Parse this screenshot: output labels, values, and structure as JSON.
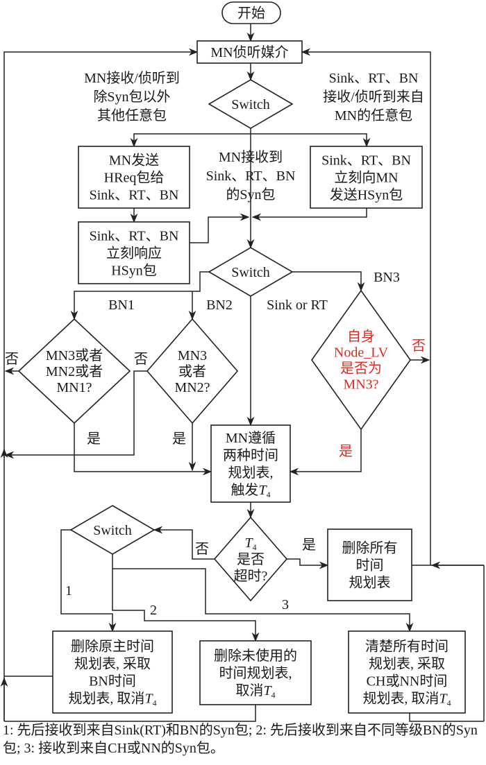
{
  "diagram": {
    "colors": {
      "line": "#222222",
      "text": "#1a1a1a",
      "highlight": "#e02a20"
    },
    "nodes": {
      "start": {
        "lines": [
          "开始"
        ]
      },
      "listen": {
        "lines": [
          "MN侦听媒介"
        ]
      },
      "switch1": {
        "lines": [
          "Switch"
        ]
      },
      "send_hreq": {
        "lines": [
          "MN发送",
          "HReq包给",
          "Sink、RT、BN"
        ]
      },
      "respond_hsyn": {
        "lines": [
          "Sink、RT、BN",
          "立刻响应",
          "HSyn包"
        ]
      },
      "send_hsyn": {
        "lines": [
          "Sink、RT、BN",
          "立刻向MN",
          "发送HSyn包"
        ]
      },
      "switch2": {
        "lines": [
          "Switch"
        ]
      },
      "check_bn1": {
        "lines": [
          "MN3或者",
          "MN2或者",
          "MN1?"
        ]
      },
      "check_bn2": {
        "lines": [
          "MN3",
          "或者",
          "MN2?"
        ]
      },
      "check_bn3": {
        "lines": [
          "自身",
          "Node_LV",
          "是否为",
          "MN3?"
        ]
      },
      "follow_schedules": {
        "lines": [
          "MN遵循",
          "两种时间",
          "规划表,",
          "触发T4"
        ]
      },
      "t4_timeout": {
        "lines": [
          "T4",
          "是否",
          "超时?"
        ]
      },
      "delete_all": {
        "lines": [
          "删除所有",
          "时间",
          "规划表"
        ]
      },
      "switch3": {
        "lines": [
          "Switch"
        ]
      },
      "case1_box": {
        "lines": [
          "删除原主时间",
          "规划表, 采取",
          "BN时间",
          "规划表, 取消T4"
        ]
      },
      "case2_box": {
        "lines": [
          "删除未使用的",
          "时间规划表,",
          "取消T4"
        ]
      },
      "case3_box": {
        "lines": [
          "清楚所有时间",
          "规划表, 采取",
          "CH或NN时间",
          "规划表, 取消T4"
        ]
      }
    },
    "edge_labels": {
      "left_branch": [
        "MN接收/侦听到",
        "除Syn包以外",
        "其他任意包"
      ],
      "right_branch": [
        "Sink、RT、BN",
        "接收/侦听到来自",
        "MN的任意包"
      ],
      "middle_branch": [
        "MN接收到",
        "Sink、RT、BN",
        "的Syn包"
      ],
      "bn1": "BN1",
      "bn2": "BN2",
      "bn3": "BN3",
      "sink_or_rt": "Sink or RT",
      "no": "否",
      "yes": "是",
      "case1": "1",
      "case2": "2",
      "case3": "3"
    },
    "footnote": "1: 先后接收到来自Sink(RT)和BN的Syn包; 2: 先后接收到来自不同等级BN的Syn包; 3: 接收到来自CH或NN的Syn包。"
  }
}
